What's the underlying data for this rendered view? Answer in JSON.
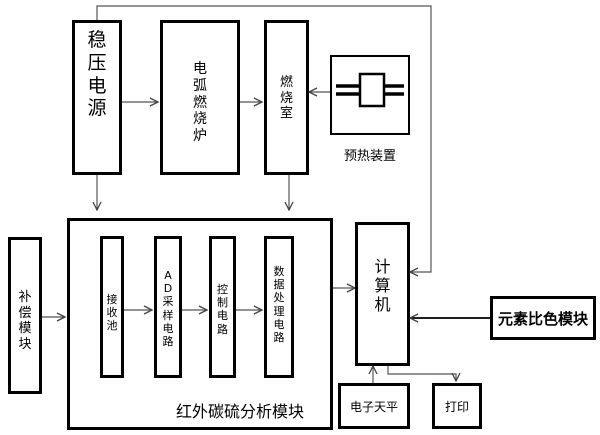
{
  "blocks": {
    "power_supply": "稳压电源",
    "arc_furnace": "电弧燃烧炉",
    "combustion_chamber": "燃烧室",
    "preheater": "预热装置",
    "compensation": "补偿模块",
    "analysis_module": "红外碳硫分析模块",
    "receiving_cell": "接收池",
    "ad_sampling": "AD采样电路",
    "control_circuit": "控制电路",
    "data_processing": "数据处理电路",
    "computer": "计算机",
    "colorimetric": "元素比色模块",
    "balance": "电子天平",
    "printer": "打印"
  },
  "colors": {
    "line": "#000000",
    "arrow": "#555555"
  }
}
